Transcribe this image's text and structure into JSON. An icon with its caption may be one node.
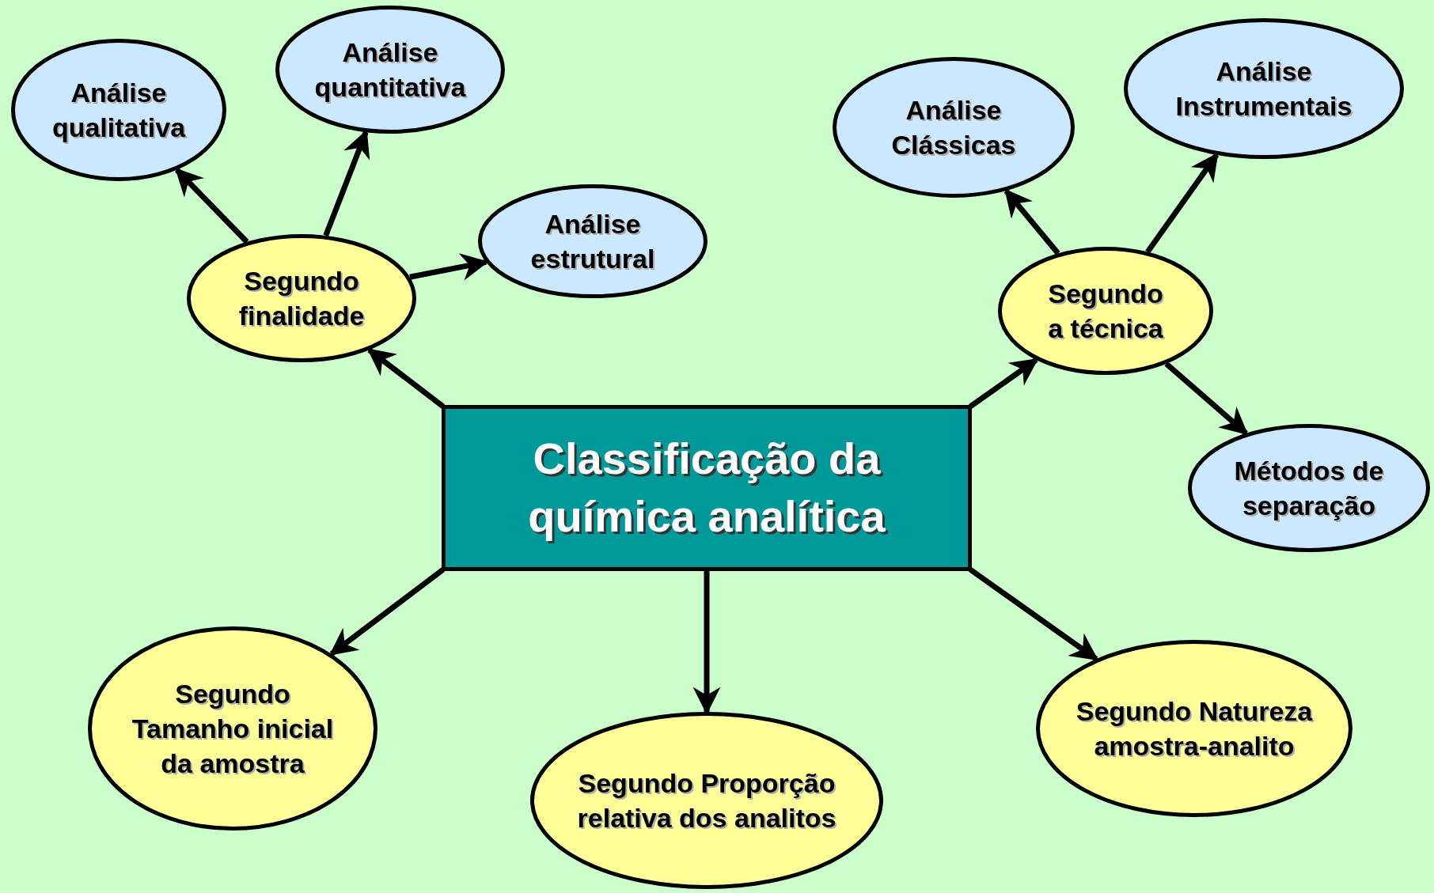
{
  "diagram": {
    "nodes": [
      {
        "text": [
          "Classificação da química analítica"
        ]
      },
      {
        "text": [
          "Segundo finalidade"
        ]
      },
      {
        "text": [
          "Análise qualitativa"
        ]
      },
      {
        "text": [
          "Análise quantitativa"
        ]
      },
      {
        "text": [
          "Análise estrutural"
        ]
      },
      {
        "text": [
          "Segundo a técnica"
        ]
      },
      {
        "text": [
          "Análise Clássicas"
        ]
      },
      {
        "text": [
          "Análise Instrumentais"
        ]
      },
      {
        "text": [
          "Métodos de separação"
        ]
      },
      {
        "text": [
          "Segundo Tamanho inicial da amostra"
        ]
      },
      {
        "text": [
          "Segundo Proporção relativa dos analitos"
        ]
      },
      {
        "text": [
          "Segundo Natureza amostra-analito"
        ]
      }
    ],
    "edges": [
      {
        "from": 0,
        "to": 1,
        "arrow": "to"
      },
      {
        "from": 1,
        "to": 2,
        "arrow": "to"
      },
      {
        "from": 1,
        "to": 3,
        "arrow": "to"
      },
      {
        "from": 1,
        "to": 4,
        "arrow": "to"
      },
      {
        "from": 0,
        "to": 5,
        "arrow": "to"
      },
      {
        "from": 5,
        "to": 6,
        "arrow": "to"
      },
      {
        "from": 5,
        "to": 7,
        "arrow": "to"
      },
      {
        "from": 5,
        "to": 8,
        "arrow": "to"
      },
      {
        "from": 0,
        "to": 9,
        "arrow": "to"
      },
      {
        "from": 0,
        "to": 10,
        "arrow": "to"
      },
      {
        "from": 0,
        "to": 11,
        "arrow": "to"
      }
    ]
  }
}
